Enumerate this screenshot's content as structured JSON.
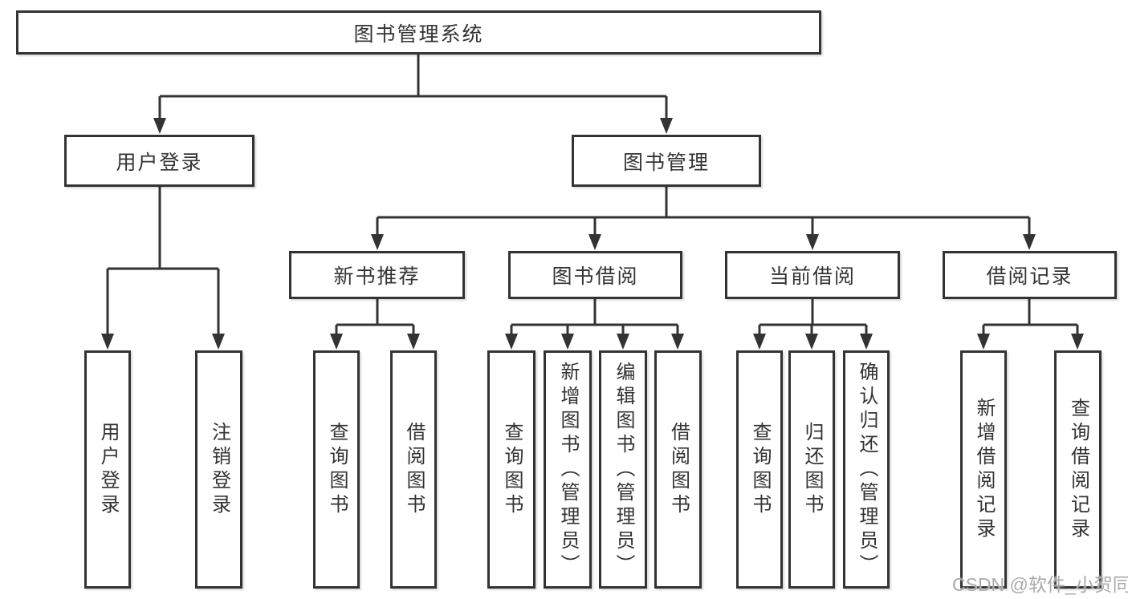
{
  "diagram": {
    "title": "图书管理系统",
    "root": {
      "label": "图书管理系统"
    },
    "branches": [
      {
        "label": "用户登录",
        "children": [
          {
            "label": "用户登录"
          },
          {
            "label": "注销登录"
          }
        ]
      },
      {
        "label": "图书管理",
        "children": [
          {
            "label": "新书推荐",
            "children": [
              {
                "label": "查询图书"
              },
              {
                "label": "借阅图书"
              }
            ]
          },
          {
            "label": "图书借阅",
            "children": [
              {
                "label": "查询图书"
              },
              {
                "label": "新增图书（管理员）"
              },
              {
                "label": "编辑图书（管理员）"
              },
              {
                "label": "借阅图书"
              }
            ]
          },
          {
            "label": "当前借阅",
            "children": [
              {
                "label": "查询图书"
              },
              {
                "label": "归还图书"
              },
              {
                "label": "确认归还（管理员）"
              }
            ]
          },
          {
            "label": "借阅记录",
            "children": [
              {
                "label": "新增借阅记录"
              },
              {
                "label": "查询借阅记录"
              }
            ]
          }
        ]
      }
    ]
  },
  "colors": {
    "line": "#333333",
    "box_border": "#333333",
    "text": "#333333",
    "background": "#ffffff",
    "watermark": "#aaaaaa"
  },
  "watermark": {
    "text": "CSDN @软件_小贺同学"
  }
}
